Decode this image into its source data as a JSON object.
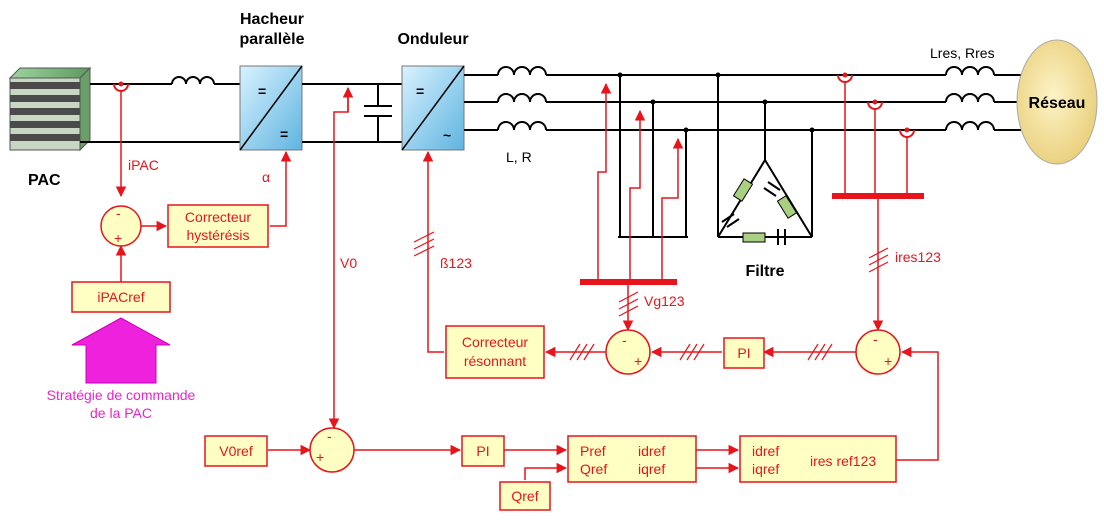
{
  "title_hacheur": [
    "Hacheur",
    "parallèle"
  ],
  "title_onduleur": "Onduleur",
  "label_pac": "PAC",
  "label_reseau": "Réseau",
  "label_filtre": "Filtre",
  "label_lres": "Lres, Rres",
  "label_lr": "L, R",
  "label_ipac": "iPAC",
  "label_alpha": "α",
  "label_v0": "V0",
  "label_b123": "ß123",
  "label_vg123": "Vg123",
  "label_ires123": "ires123",
  "block_correcteur_hyst": [
    "Correcteur",
    "hystérésis"
  ],
  "block_ipacref": "iPACref",
  "block_correcteur_res": [
    "Correcteur",
    "résonnant"
  ],
  "block_pi_1": "PI",
  "block_pi_2": "PI",
  "block_v0ref": "V0ref",
  "block_pq": {
    "pref": "Pref",
    "qref": "Qref",
    "idref": "idref",
    "iqref": "iqref"
  },
  "block_dq": {
    "idref": "idref",
    "iqref": "iqref",
    "out": "ires ref123"
  },
  "block_qref": "Qref",
  "strategie": [
    "Stratégie de commande",
    "de la PAC"
  ],
  "conv_symbols": {
    "eq": "=",
    "ac": "~"
  },
  "signs": {
    "minus": "-",
    "plus": "+"
  },
  "colors": {
    "signal": "#e8141b",
    "box_fill": "#ffffc4",
    "pink": "#ee22cc",
    "reseau_fill": "#f5e6a6",
    "filter_green": "#a8d080"
  }
}
